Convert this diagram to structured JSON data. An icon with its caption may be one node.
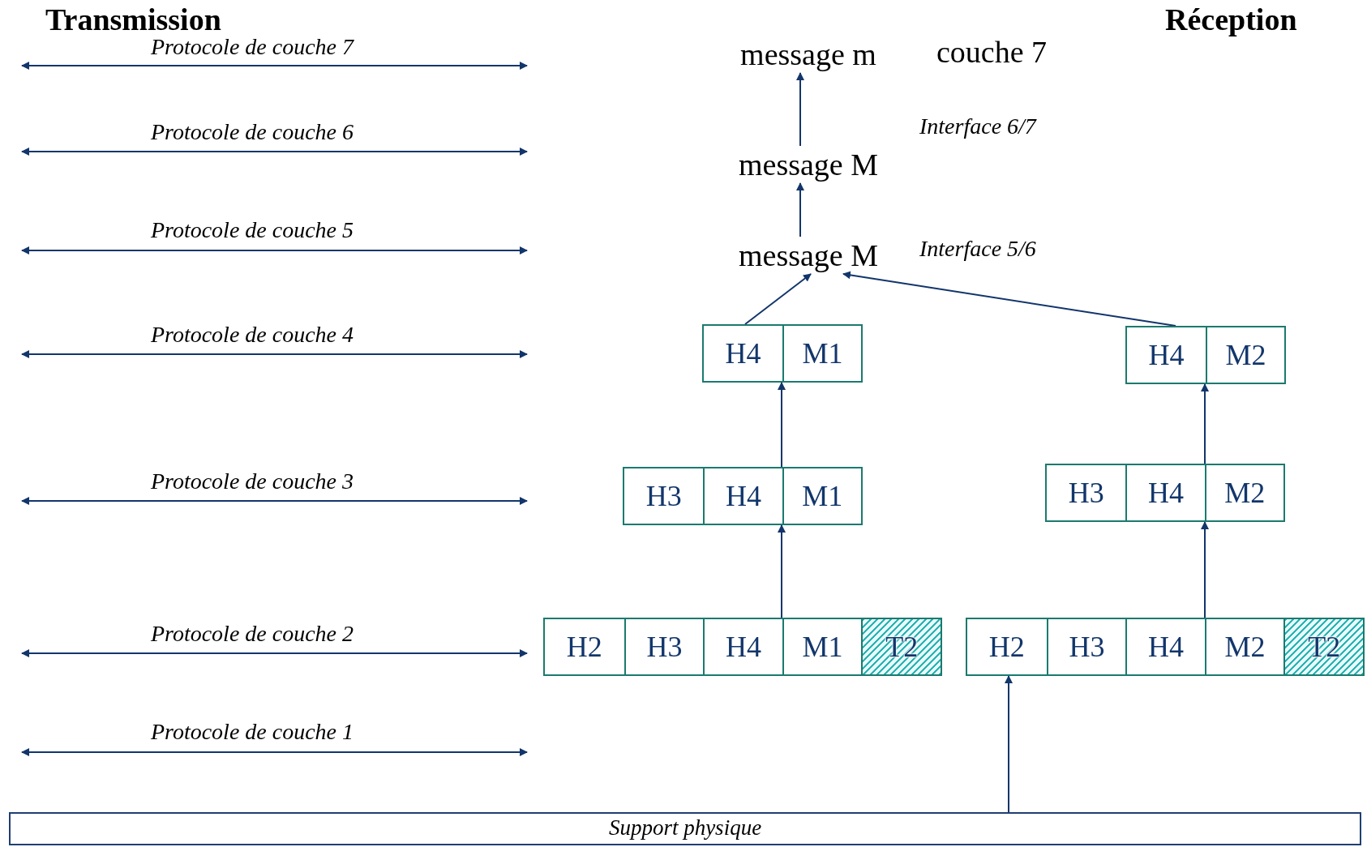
{
  "diagram": {
    "nodes": [
      {
        "text": [
          "message m"
        ]
      },
      {
        "text": [
          "message M"
        ]
      },
      {
        "text": [
          "message M"
        ]
      },
      {
        "text": [],
        "shape": "box"
      },
      {
        "text": [
          "H4"
        ],
        "in": 3
      },
      {
        "text": [
          "M1"
        ],
        "in": 3
      },
      {
        "text": [],
        "shape": "box"
      },
      {
        "text": [
          "H4"
        ],
        "in": 6
      },
      {
        "text": [
          "M2"
        ],
        "in": 6
      },
      {
        "text": [],
        "shape": "box"
      },
      {
        "text": [
          "H3"
        ],
        "in": 9
      },
      {
        "text": [
          "H4"
        ],
        "in": 9
      },
      {
        "text": [
          "M1"
        ],
        "in": 9
      },
      {
        "text": [],
        "shape": "box"
      },
      {
        "text": [
          "H3"
        ],
        "in": 13
      },
      {
        "text": [
          "H4"
        ],
        "in": 13
      },
      {
        "text": [
          "M2"
        ],
        "in": 13
      },
      {
        "text": [],
        "shape": "box"
      },
      {
        "text": [
          "H2"
        ],
        "in": 17
      },
      {
        "text": [
          "H3"
        ],
        "in": 17
      },
      {
        "text": [
          "H4"
        ],
        "in": 17
      },
      {
        "text": [
          "M1"
        ],
        "in": 17
      },
      {
        "text": [
          "T2"
        ],
        "in": 17
      },
      {
        "text": [],
        "shape": "box"
      },
      {
        "text": [
          "H2"
        ],
        "in": 23
      },
      {
        "text": [
          "H3"
        ],
        "in": 23
      },
      {
        "text": [
          "H4"
        ],
        "in": 23
      },
      {
        "text": [
          "M2"
        ],
        "in": 23
      },
      {
        "text": [
          "T2"
        ],
        "in": 23
      },
      {
        "text": [
          "Support physique"
        ]
      }
    ],
    "edges": [
      {
        "from": 1,
        "to": 0,
        "arrow": "to"
      },
      {
        "from": 2,
        "to": 1,
        "arrow": "to"
      },
      {
        "from": 3,
        "to": 2,
        "arrow": "to"
      },
      {
        "from": 6,
        "to": 2,
        "arrow": "to"
      },
      {
        "from": 9,
        "to": 3,
        "arrow": "to"
      },
      {
        "from": 13,
        "to": 6,
        "arrow": "to"
      },
      {
        "from": 17,
        "to": 9,
        "arrow": "to"
      },
      {
        "from": 23,
        "to": 13,
        "arrow": "to"
      },
      {
        "from": 29,
        "to": 23,
        "arrow": "to"
      }
    ],
    "labels": [
      "Transmission",
      "Réception",
      "Protocole de couche 7",
      "couche 7",
      "Interface 6/7",
      "Protocole de couche 6",
      "Protocole de couche 5",
      "Interface 5/6",
      "Protocole de couche 4",
      "Protocole de couche 3",
      "Protocole de couche 2",
      "Protocole de couche 1"
    ]
  }
}
